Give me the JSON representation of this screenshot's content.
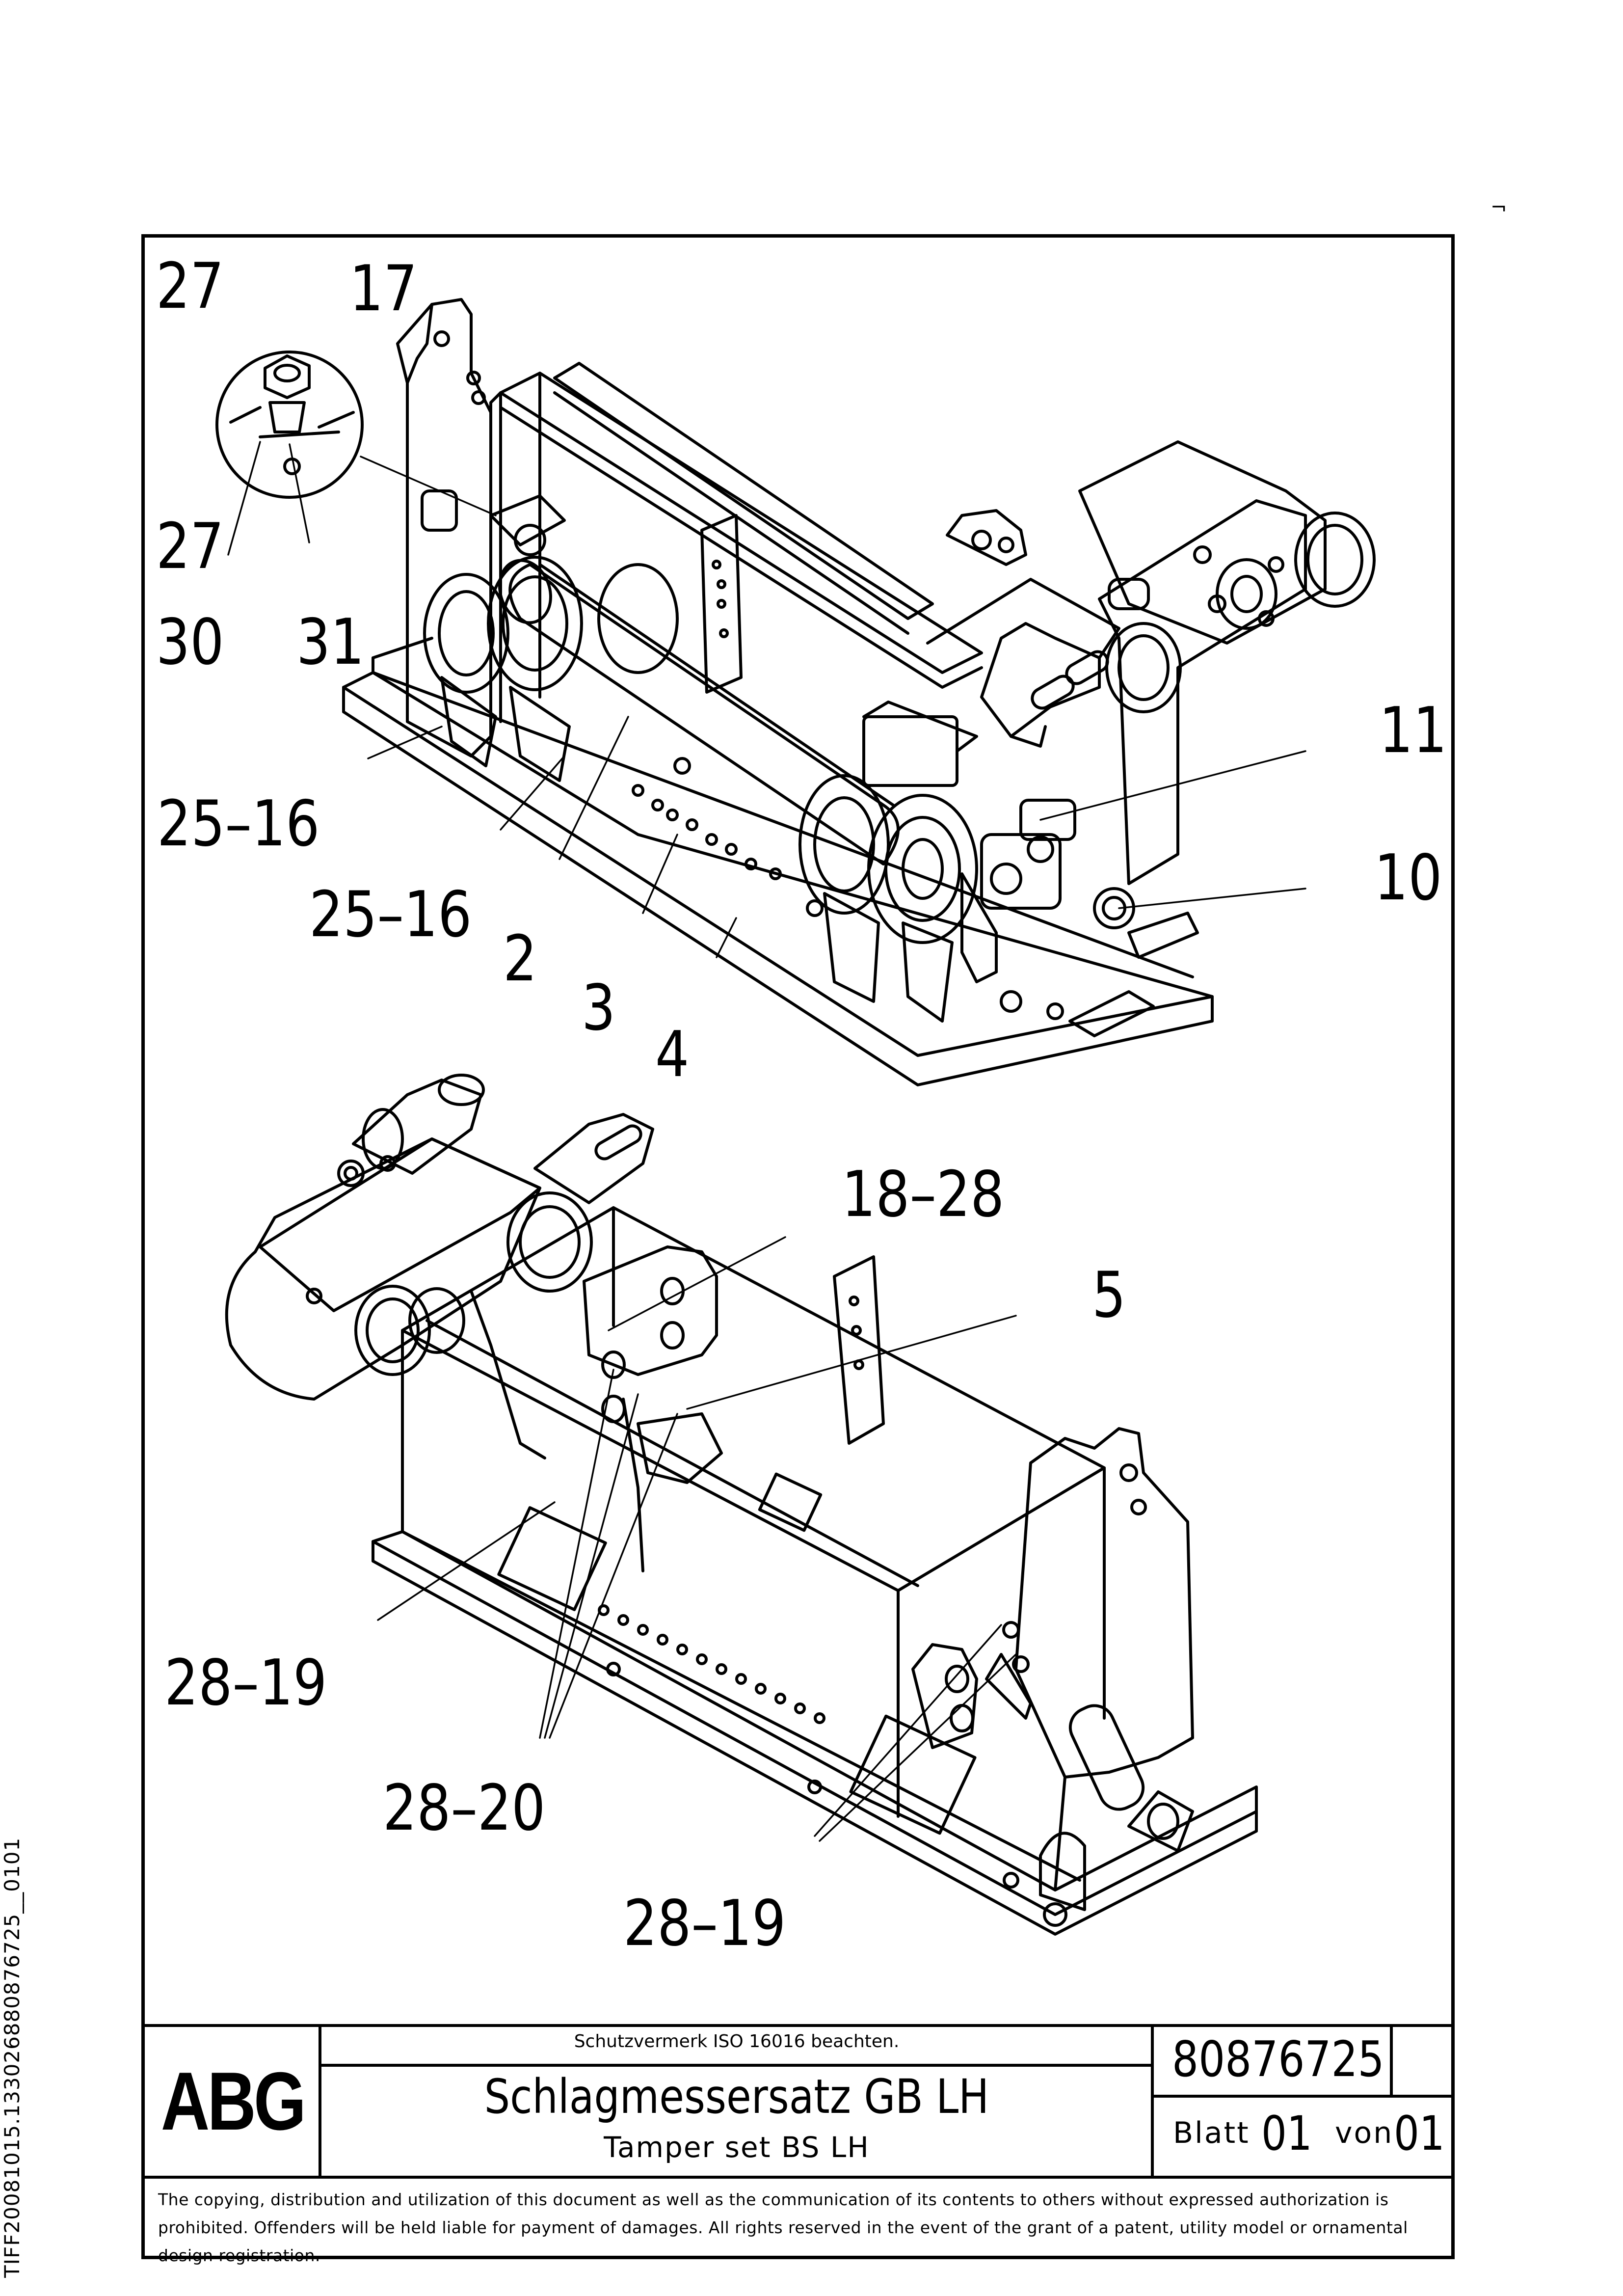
{
  "callouts": {
    "c27a": "27",
    "c17": "17",
    "c27b": "27",
    "c30": "30",
    "c31": "31",
    "c11": "11",
    "c10": "10",
    "c25_16a": "25–16",
    "c25_16b": "25–16",
    "c2": "2",
    "c3": "3",
    "c4": "4",
    "c18_28": "18–28",
    "c5": "5",
    "c28_19a": "28–19",
    "c28_20": "28–20",
    "c28_19b": "28–19"
  },
  "title_block": {
    "logo": "ABG",
    "protection_note": "Schutzvermerk ISO 16016 beachten.",
    "title": "Schlagmessersatz GB LH",
    "subtitle": "Tamper set BS LH",
    "document_number": "80876725",
    "sheet_label": "Blatt",
    "sheet_number": "01",
    "of_label": "von",
    "sheet_total": "01",
    "copyright": "The copying, distribution and utilization of this document as well as the communication of its contents to others without expressed authorization is prohibited. Offenders will be held liable for payment of damages. All rights reserved in the event of the grant of a patent, utility model or ornamental design registration."
  },
  "side_identifier": "TIFF20081015.133026880876725__0101",
  "corner_mark": "¬"
}
